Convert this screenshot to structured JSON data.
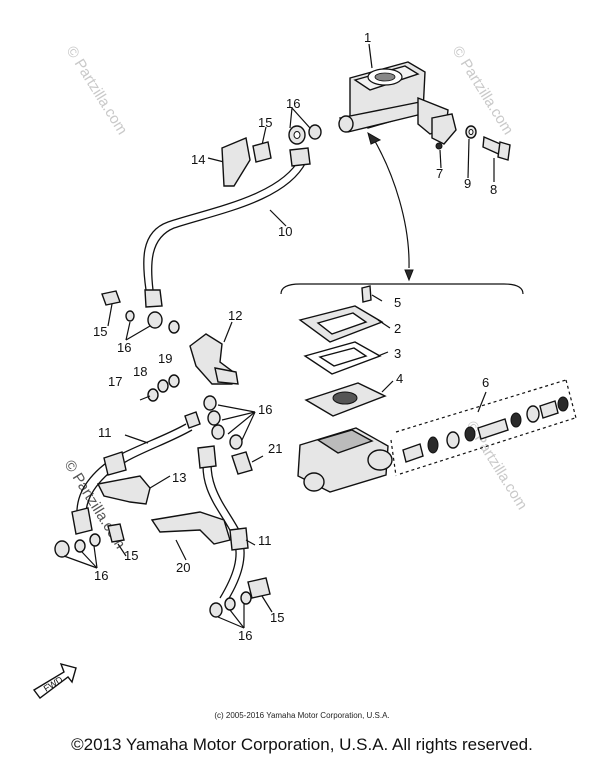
{
  "watermark_text": "© Partzilla.com",
  "callouts": {
    "n1": "1",
    "n2": "2",
    "n3": "3",
    "n4": "4",
    "n5": "5",
    "n6": "6",
    "n7": "7",
    "n8": "8",
    "n9": "9",
    "n10": "10",
    "n11a": "11",
    "n11b": "11",
    "n12": "12",
    "n13": "13",
    "n14": "14",
    "n15a": "15",
    "n15b": "15",
    "n15c": "15",
    "n15d": "15",
    "n16a": "16",
    "n16b": "16",
    "n16c": "16",
    "n16d": "16",
    "n16e": "16",
    "n17": "17",
    "n18": "18",
    "n19": "19",
    "n20": "20",
    "n21": "21"
  },
  "fwd_label": "FWD",
  "credit": "(c) 2005-2016 Yamaha Motor Corporation, U.S.A.",
  "copyright": "©2013 Yamaha Motor Corporation, U.S.A. All rights reserved."
}
